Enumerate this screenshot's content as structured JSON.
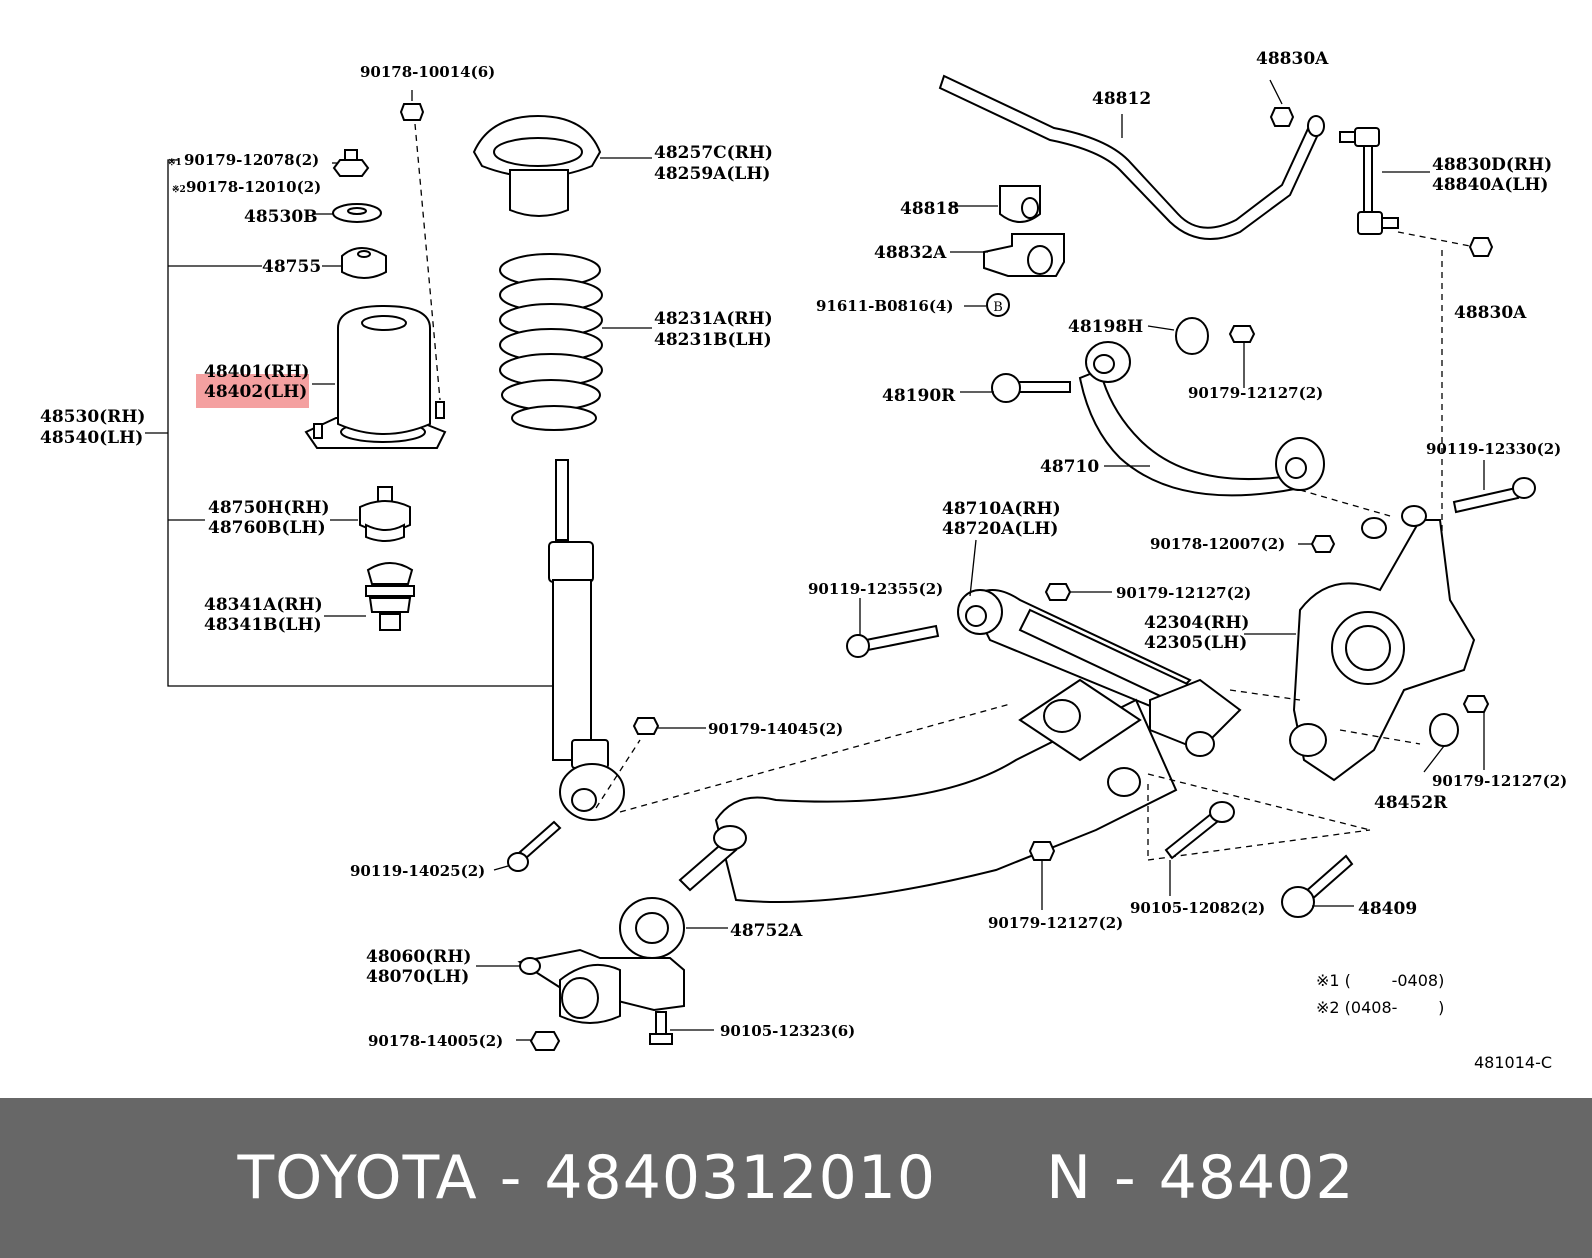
{
  "diagram": {
    "labels": {
      "l_90178_10014": "90178-10014(6)",
      "l_90179_12078": "90179-12078(2)",
      "l_90178_12010": "90178-12010(2)",
      "l_48530b": "48530B",
      "l_48755": "48755",
      "l_48401": "48401(RH)",
      "l_48402": "48402(LH)",
      "l_48530": "48530(RH)",
      "l_48540": "48540(LH)",
      "l_48750h": "48750H(RH)",
      "l_48760b": "48760B(LH)",
      "l_48341a": "48341A(RH)",
      "l_48341b": "48341B(LH)",
      "l_48257c": "48257C(RH)",
      "l_48259a": "48259A(LH)",
      "l_48231a": "48231A(RH)",
      "l_48231b": "48231B(LH)",
      "l_48830a_top": "48830A",
      "l_48812": "48812",
      "l_48830d": "48830D(RH)",
      "l_48840a": "48840A(LH)",
      "l_48818": "48818",
      "l_48832a": "48832A",
      "l_91611": "91611-B0816(4)",
      "l_b_circle": "B",
      "l_48830a_right": "48830A",
      "l_48198h": "48198H",
      "l_48190r": "48190R",
      "l_90179_12127_a": "90179-12127(2)",
      "l_48710": "48710",
      "l_90119_12330": "90119-12330(2)",
      "l_48710a": "48710A(RH)",
      "l_48720a": "48720A(LH)",
      "l_90178_12007": "90178-12007(2)",
      "l_90119_12355": "90119-12355(2)",
      "l_90179_12127_b": "90179-12127(2)",
      "l_42304": "42304(RH)",
      "l_42305": "42305(LH)",
      "l_90179_14045": "90179-14045(2)",
      "l_90179_12127_c": "90179-12127(2)",
      "l_48452r": "48452R",
      "l_90119_14025": "90119-14025(2)",
      "l_48752a": "48752A",
      "l_90179_12127_d": "90179-12127(2)",
      "l_90105_12082": "90105-12082(2)",
      "l_48409": "48409",
      "l_48060": "48060(RH)",
      "l_48070": "48070(LH)",
      "l_90178_14005": "90178-14005(2)",
      "l_90105_12323": "90105-12323(6)",
      "l_note1": "※1 (        -0408)",
      "l_note2": "※2 (0408-        )",
      "l_ref": "481014-C",
      "l_mark1": "※1",
      "l_mark2": "※2"
    },
    "highlight": {
      "part": "48402(LH)",
      "color": "#f08080"
    }
  },
  "footer": {
    "brand": "TOYOTA",
    "dash1": "-",
    "part_number": "4840312010",
    "prefix": "N",
    "dash2": "-",
    "ref_number": "48402"
  }
}
